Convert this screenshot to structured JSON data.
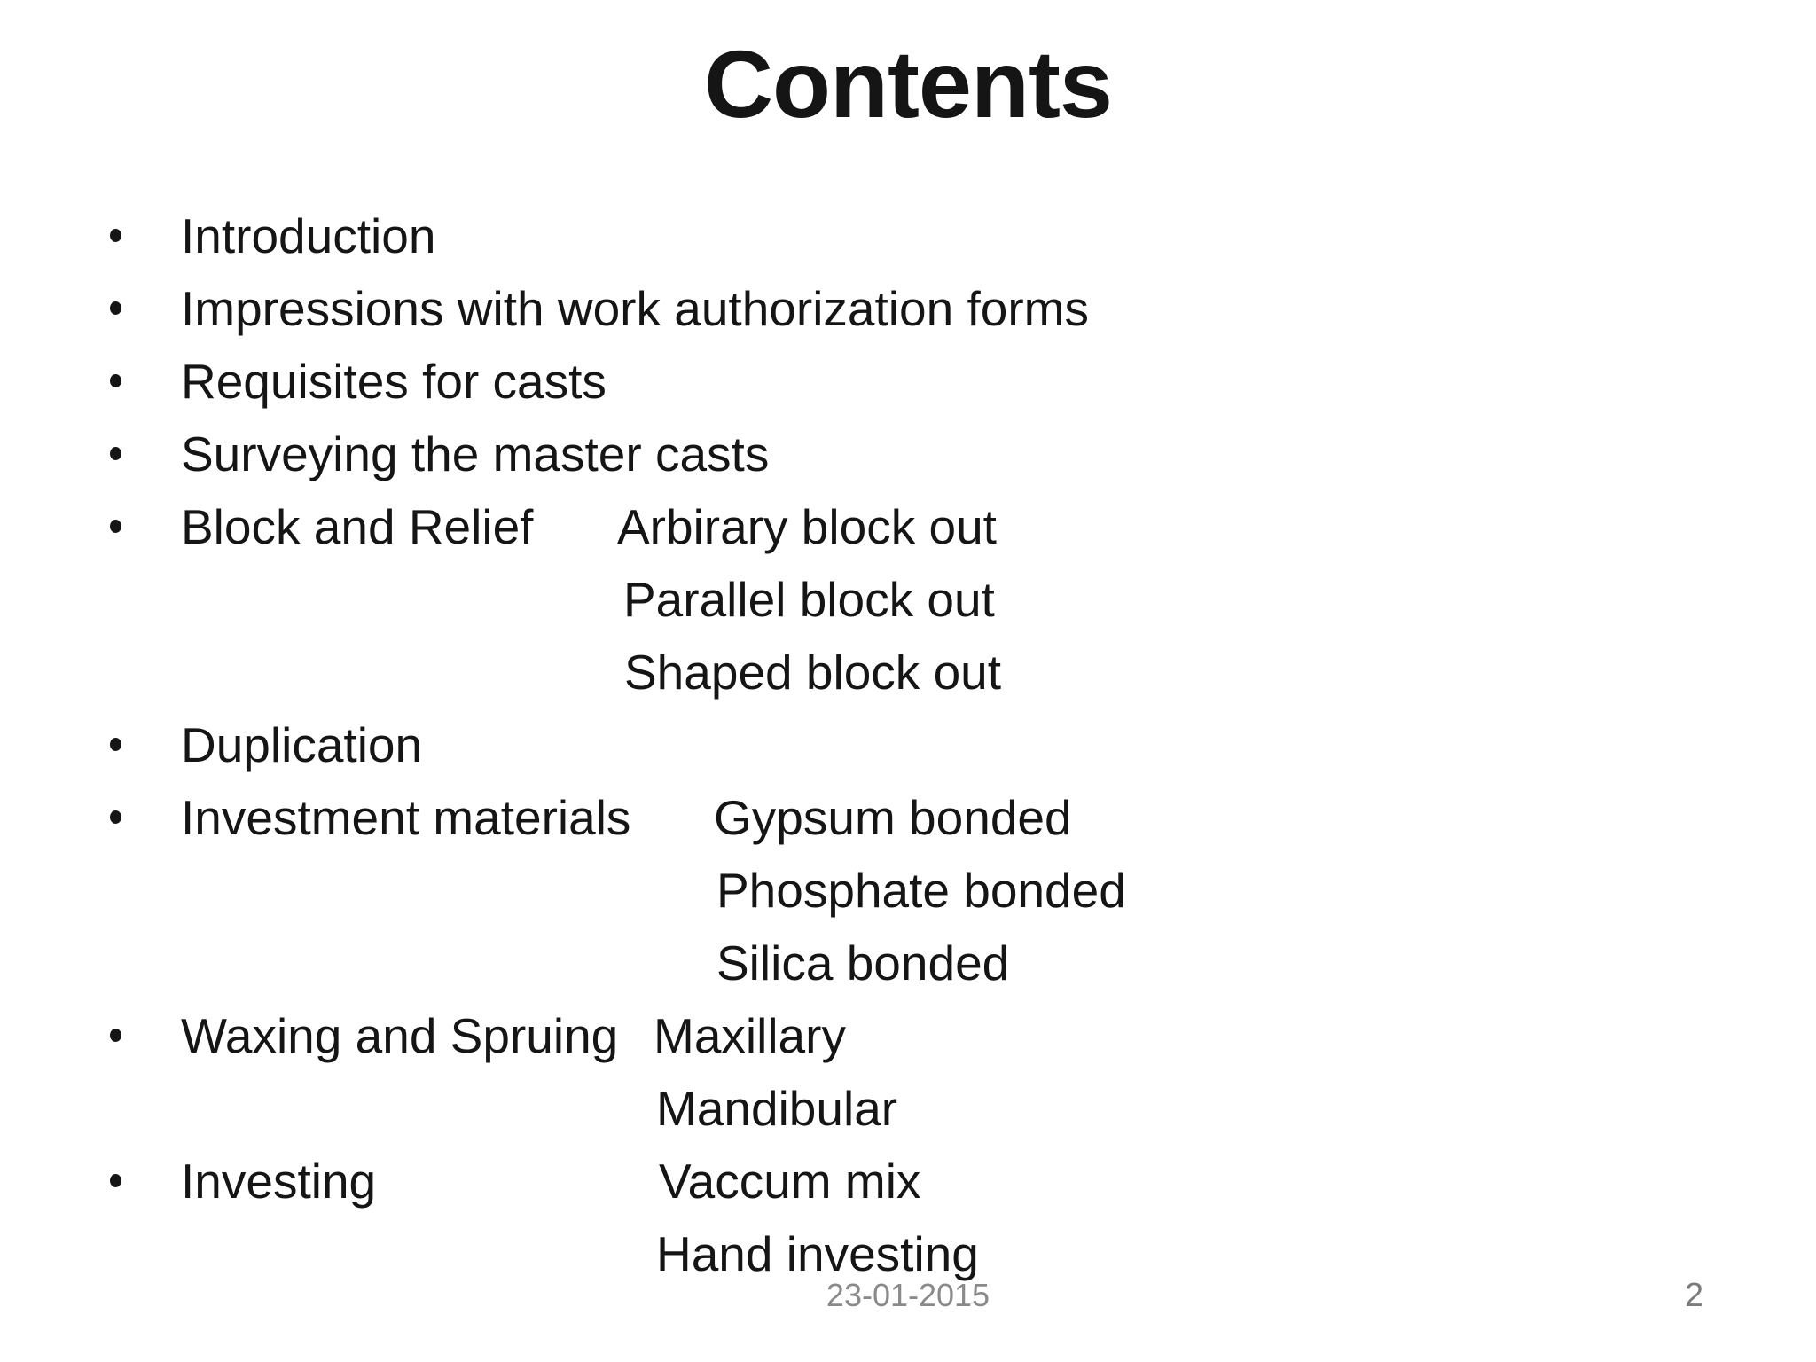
{
  "slide": {
    "title": "Contents",
    "background_color": "#ffffff",
    "text_color": "#151515",
    "footer_color": "#8a8a8a",
    "rows": [
      {
        "bullet": true,
        "col1": "Introduction",
        "col2": ""
      },
      {
        "bullet": true,
        "col1": "Impressions with work authorization forms",
        "col2": ""
      },
      {
        "bullet": true,
        "col1": "Requisites for casts",
        "col2": ""
      },
      {
        "bullet": true,
        "col1": "Surveying the master casts",
        "col2": ""
      },
      {
        "bullet": true,
        "col1": "Block and Relief",
        "col2": "Arbirary block out"
      },
      {
        "bullet": false,
        "col1": "",
        "col2": "Parallel block out"
      },
      {
        "bullet": false,
        "col1": "",
        "col2": "Shaped block out"
      },
      {
        "bullet": true,
        "col1": "Duplication",
        "col2": ""
      },
      {
        "bullet": true,
        "col1": "Investment materials",
        "col2": "Gypsum bonded"
      },
      {
        "bullet": false,
        "col1": "",
        "col2": "Phosphate bonded"
      },
      {
        "bullet": false,
        "col1": "",
        "col2": "Silica bonded"
      },
      {
        "bullet": true,
        "col1": "Waxing and Spruing",
        "col2": "Maxillary"
      },
      {
        "bullet": false,
        "col1": "",
        "col2": "Mandibular"
      },
      {
        "bullet": true,
        "col1": "Investing",
        "col2": "Vaccum mix"
      },
      {
        "bullet": false,
        "col1": "",
        "col2": "Hand investing"
      }
    ],
    "footer": {
      "date": "23-01-2015",
      "page_number": "2"
    }
  }
}
